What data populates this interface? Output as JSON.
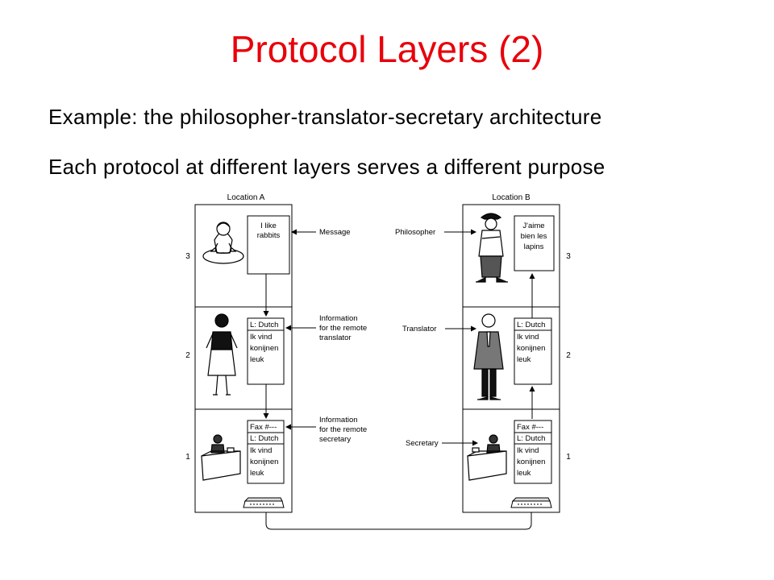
{
  "title": "Protocol Layers (2)",
  "bullets": [
    "Example:  the philosopher-translator-secretary architecture",
    "Each protocol at different layers serves a different purpose"
  ],
  "diagram": {
    "location_a": "Location A",
    "location_b": "Location B",
    "layer_numbers": [
      "3",
      "2",
      "1"
    ],
    "middle_labels": {
      "message": "Message",
      "info_translator": [
        "Information",
        "for the remote",
        "translator"
      ],
      "info_secretary": [
        "Information",
        "for the remote",
        "secretary"
      ]
    },
    "right_labels": {
      "philosopher": "Philosopher",
      "translator": "Translator",
      "secretary": "Secretary"
    },
    "a_note_3": [
      "I like",
      "rabbits"
    ],
    "a_note_2": [
      "L: Dutch",
      "Ik vind",
      "konijnen",
      "leuk"
    ],
    "a_note_1": [
      "Fax #---",
      "L: Dutch",
      "Ik vind",
      "konijnen",
      "leuk"
    ],
    "b_note_3": [
      "J'aime",
      "bien les",
      "lapins"
    ],
    "b_note_2": [
      "L: Dutch",
      "Ik vind",
      "konijnen",
      "leuk"
    ],
    "b_note_1": [
      "Fax #---",
      "L: Dutch",
      "Ik vind",
      "konijnen",
      "leuk"
    ]
  }
}
